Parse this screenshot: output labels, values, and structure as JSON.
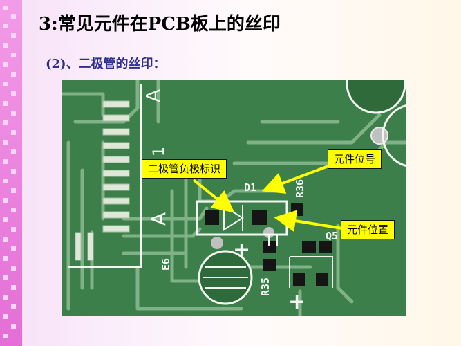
{
  "slide": {
    "title": "3:常见元件在PCB板上的丝印",
    "subtitle": "(2)、二极管的丝印："
  },
  "callouts": {
    "cathode_mark": "二极管负极标识",
    "ref_designator": "元件位号",
    "position": "元件位置"
  },
  "pcb_silkscreen": {
    "d1": "D1",
    "r36": "R36",
    "r35": "R35",
    "e6": "E6",
    "q5": "Q5",
    "plus": "+"
  },
  "colors": {
    "board": "#3d7f4a",
    "trace": "#7fb286",
    "silk": "#f3f7f2",
    "callout_bg": "#ffff00",
    "arrow": "#ffff00"
  }
}
